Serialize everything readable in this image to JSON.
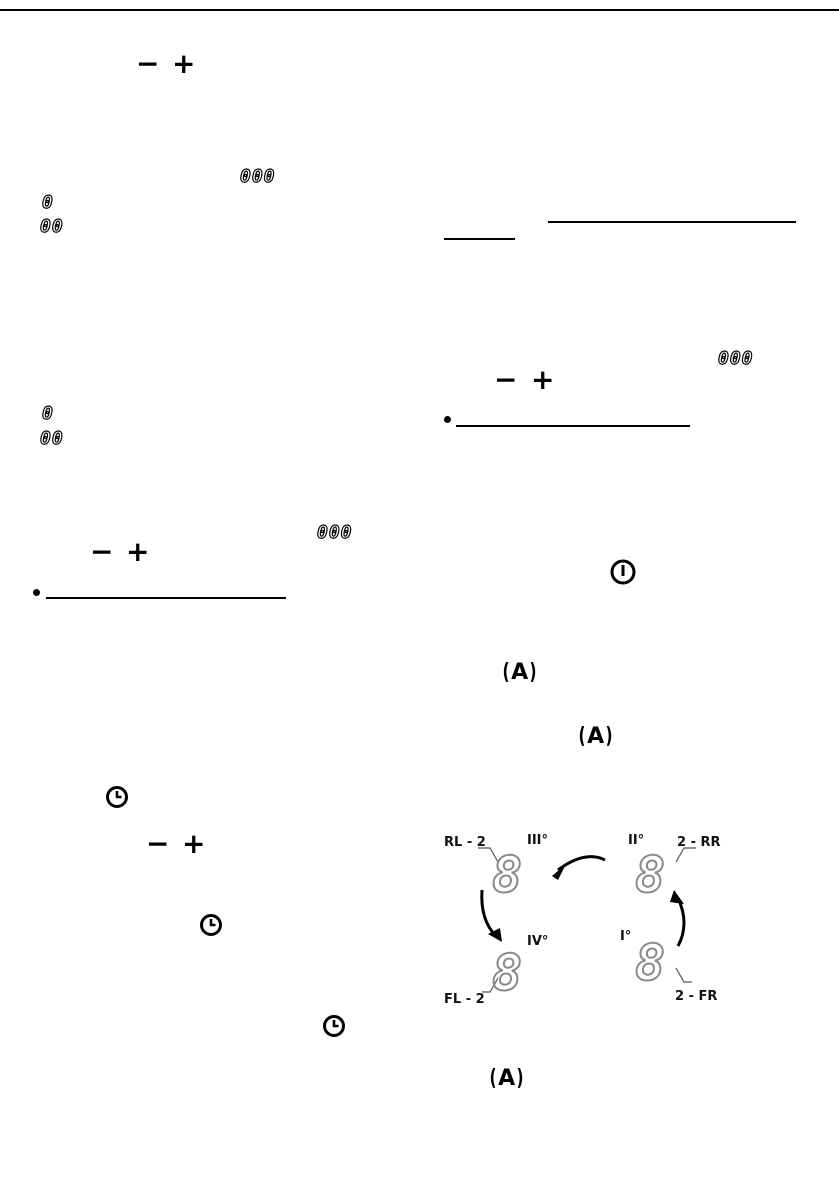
{
  "symbols": {
    "minus": "−",
    "plus": "+",
    "digits_three": "000",
    "digits_one": "0",
    "digits_two": "00",
    "auto_letter": "A",
    "bracket_open": "(",
    "bracket_close": ")"
  },
  "icons": {
    "power": "power-icon",
    "clock": "clock-icon",
    "arrow": "curved-arrow-icon"
  },
  "diagram": {
    "labels": {
      "rl": "RL - 2",
      "iii": "III°",
      "ii": "II°",
      "rr": "2 - RR",
      "iv": "IV°",
      "i": "I°",
      "fl": "FL - 2",
      "fr": "2 - FR"
    },
    "digit": "8"
  },
  "colors": {
    "text": "#000000",
    "segment_grey": "#8a8a8a"
  }
}
